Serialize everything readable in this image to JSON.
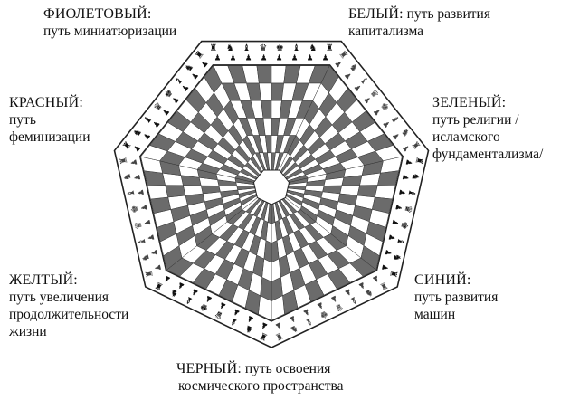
{
  "diagram": {
    "players": [
      {
        "key": "violet",
        "title": "ФИОЛЕТОВЫЙ:",
        "line1": "путь миниатюризации",
        "line2": "",
        "line3": ""
      },
      {
        "key": "white",
        "title": "БЕЛЫЙ:",
        "line1": "путь развития",
        "line2": "капитализма",
        "line3": ""
      },
      {
        "key": "red",
        "title": "КРАСНЫЙ:",
        "line1": "путь",
        "line2": "феминизации",
        "line3": ""
      },
      {
        "key": "green",
        "title": "ЗЕЛЕНЫЙ:",
        "line1": "путь религии /",
        "line2": "исламского",
        "line3": "фундаментализма/"
      },
      {
        "key": "yellow",
        "title": "ЖЕЛТЫЙ:",
        "line1": "путь увеличения",
        "line2": "продолжительности",
        "line3": "жизни"
      },
      {
        "key": "blue",
        "title": "СИНИЙ:",
        "line1": "путь развития",
        "line2": "машин",
        "line3": ""
      },
      {
        "key": "black",
        "title": "ЧЕРНЫЙ:",
        "line1": "путь освоения",
        "line2": "космического пространства",
        "line3": ""
      }
    ],
    "board": {
      "sides": 7,
      "rings": 6,
      "files_per_side": 8,
      "dark_color": "#6b6b6b",
      "light_color": "#ffffff",
      "line_color": "#333333",
      "piece_glyphs": [
        "♜",
        "♞",
        "♝",
        "♛",
        "♚",
        "♝",
        "♞",
        "♜"
      ],
      "pawn_glyph": "♟"
    }
  }
}
